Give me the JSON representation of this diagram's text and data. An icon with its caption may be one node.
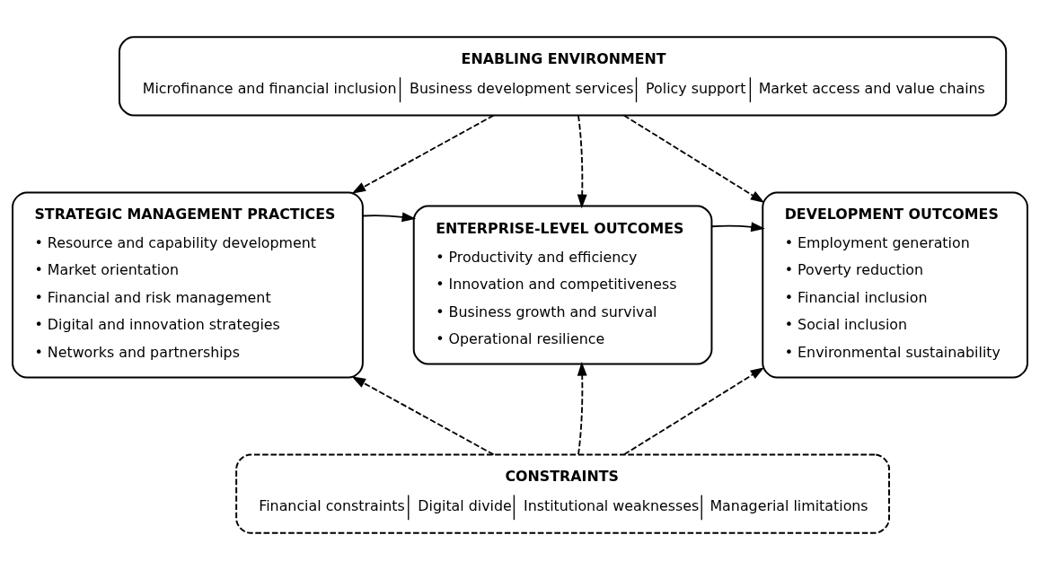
{
  "diagram": {
    "nodes": [
      {
        "text": [
          "ENABLING ENVIRONMENT",
          "Microfinance and financial inclusion",
          "Business development services",
          "Policy support",
          "Market access and value chains"
        ]
      },
      {
        "text": [
          "STRATEGIC MANAGEMENT PRACTICES",
          "• Resource and capability development",
          "• Market orientation",
          "• Financial and risk management",
          "• Digital and innovation strategies",
          "• Networks and partnerships"
        ]
      },
      {
        "text": [
          "ENTERPRISE-LEVEL OUTCOMES",
          "• Productivity and efficiency",
          "• Innovation and competitiveness",
          "• Business growth and survival",
          "• Operational resilience"
        ]
      },
      {
        "text": [
          "DEVELOPMENT OUTCOMES",
          "• Employment generation",
          "• Poverty reduction",
          "• Financial inclusion",
          "• Social inclusion",
          "• Environmental sustainability"
        ]
      },
      {
        "text": [
          "CONSTRAINTS",
          "Financial constraints",
          "Digital divide",
          "Institutional weaknesses",
          "Managerial limitations"
        ]
      }
    ],
    "edges": [
      {
        "from": 0,
        "to": 1,
        "arrow": "to",
        "style": "dashed"
      },
      {
        "from": 0,
        "to": 2,
        "arrow": "to",
        "style": "dashed"
      },
      {
        "from": 0,
        "to": 3,
        "arrow": "to",
        "style": "dashed"
      },
      {
        "from": 1,
        "to": 2,
        "arrow": "to"
      },
      {
        "from": 2,
        "to": 3,
        "arrow": "to"
      },
      {
        "from": 4,
        "to": 1,
        "arrow": "to",
        "style": "dashed"
      },
      {
        "from": 4,
        "to": 2,
        "arrow": "to",
        "style": "dashed"
      },
      {
        "from": 4,
        "to": 3,
        "arrow": "to",
        "style": "dashed"
      }
    ]
  }
}
